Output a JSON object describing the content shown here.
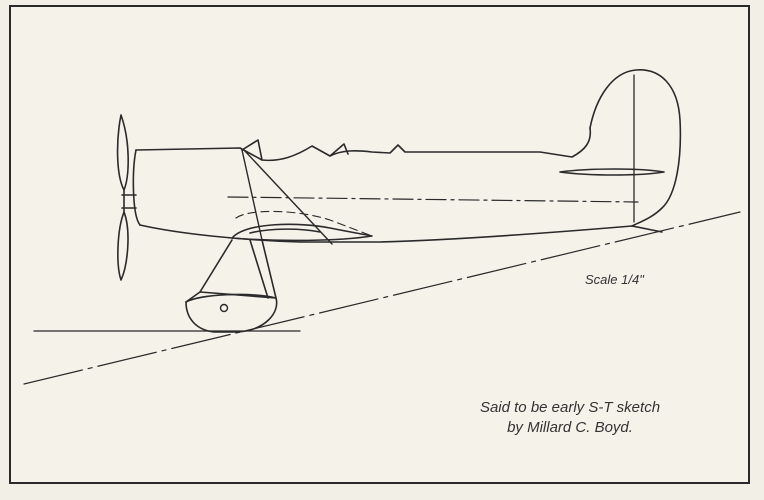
{
  "scale_label": "Scale 1/4\"",
  "caption": {
    "line1": "Said to be early S-T sketch",
    "line2": "by Millard C. Boyd."
  },
  "colors": {
    "ink": "#2a2a2a",
    "paper": "#f5f2ea"
  }
}
